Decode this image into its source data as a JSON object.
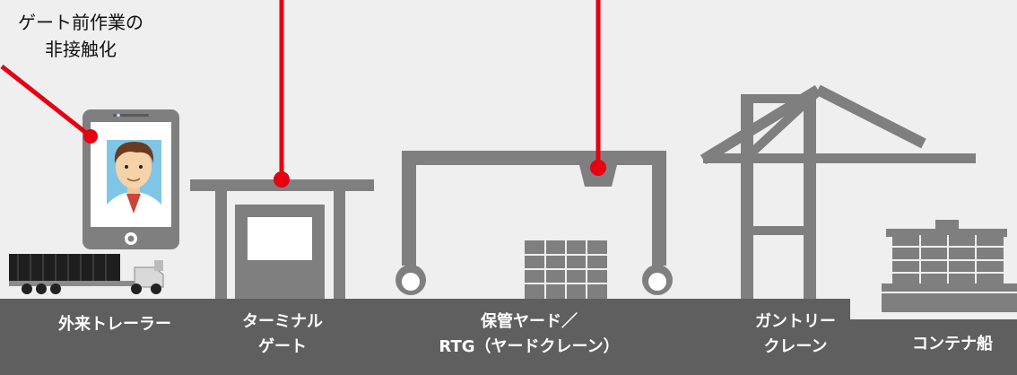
{
  "callout": {
    "line1": "ゲート前作業の",
    "line2": "非接触化"
  },
  "labels": {
    "trailer": "外来トレーラー",
    "gate_line1": "ターミナル",
    "gate_line2": "ゲート",
    "yard_line1": "保管ヤード／",
    "yard_line2": "RTG（ヤードクレーン）",
    "crane_line1": "ガントリー",
    "crane_line2": "クレーン",
    "ship": "コンテナ船"
  },
  "colors": {
    "background": "#efefef",
    "equipment": "#7f7f7f",
    "ground_strip": "#5f5f5f",
    "pointer": "#e60012",
    "label_text": "#ffffff"
  },
  "icons": [
    "smartphone-icon",
    "face-avatar-icon",
    "truck-trailer-icon",
    "terminal-gate-icon",
    "rtg-crane-icon",
    "container-stack-icon",
    "gantry-crane-icon",
    "container-ship-icon"
  ]
}
